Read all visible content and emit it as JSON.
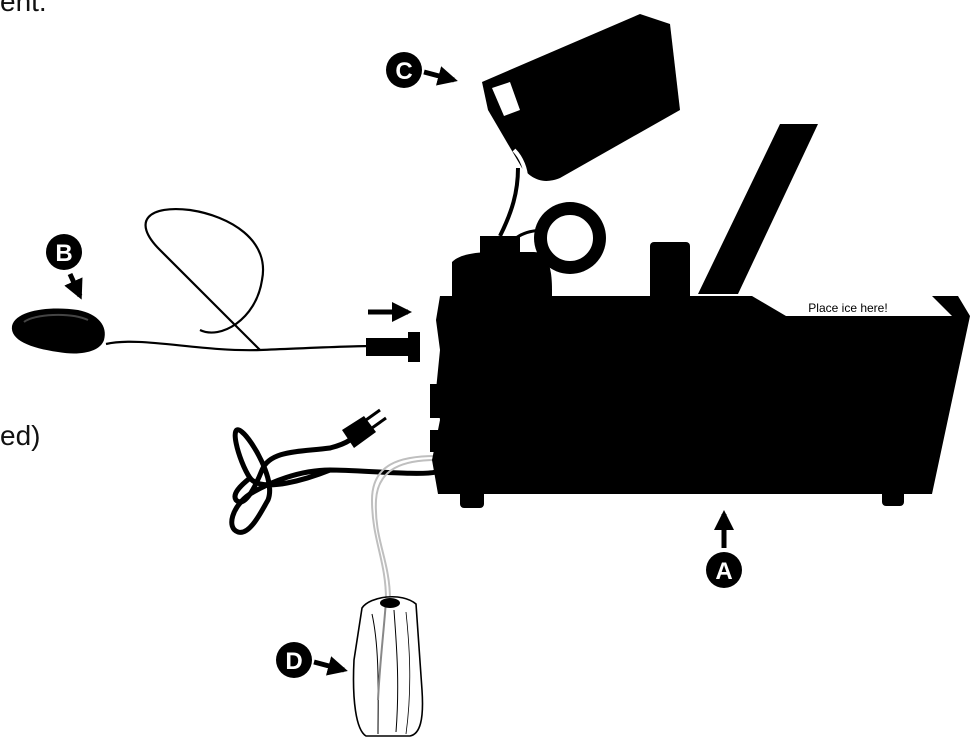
{
  "page_text": {
    "top_fragment": "ent.",
    "left_fragment": "ed)"
  },
  "callouts": {
    "a": "A",
    "b": "B",
    "c": "C",
    "d": "D"
  },
  "ice_label": "Place ice here!",
  "colors": {
    "ink": "#000000",
    "paper": "#ffffff",
    "tubing": "#bfbfbf"
  }
}
